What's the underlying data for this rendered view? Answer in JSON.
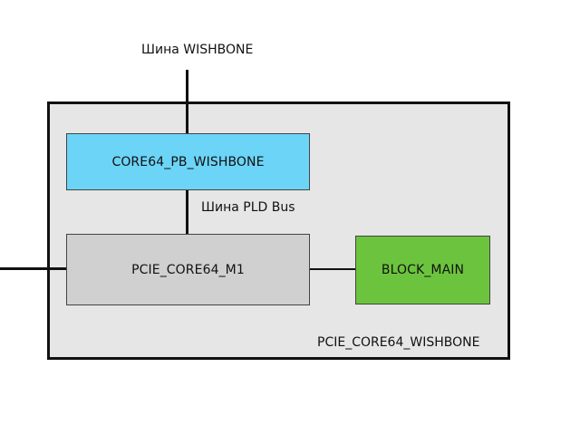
{
  "labels": {
    "top_bus": "Шина WISHBONE",
    "inner_bus": "Шина PLD Bus"
  },
  "blocks": {
    "container": "PCIE_CORE64_WISHBONE",
    "wishbone_core": "CORE64_PB_WISHBONE",
    "pcie_core": "PCIE_CORE64_M1",
    "block_main": "BLOCK_MAIN"
  },
  "colors": {
    "container_fill": "#e6e6e6",
    "wishbone_core_fill": "#6cd4f7",
    "pcie_core_fill": "#d0d0d0",
    "block_main_fill": "#6cc43e",
    "line": "#111111"
  }
}
